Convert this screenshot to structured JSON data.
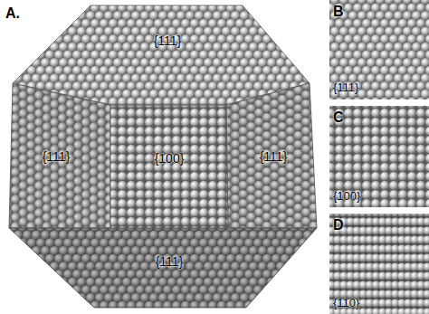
{
  "diagram": {
    "labels": [
      "A.",
      "{111}",
      "{111}",
      "{100}",
      "{111}",
      "{111}",
      "B",
      "{111}",
      "C",
      "{100}",
      "D",
      "{110}"
    ]
  }
}
